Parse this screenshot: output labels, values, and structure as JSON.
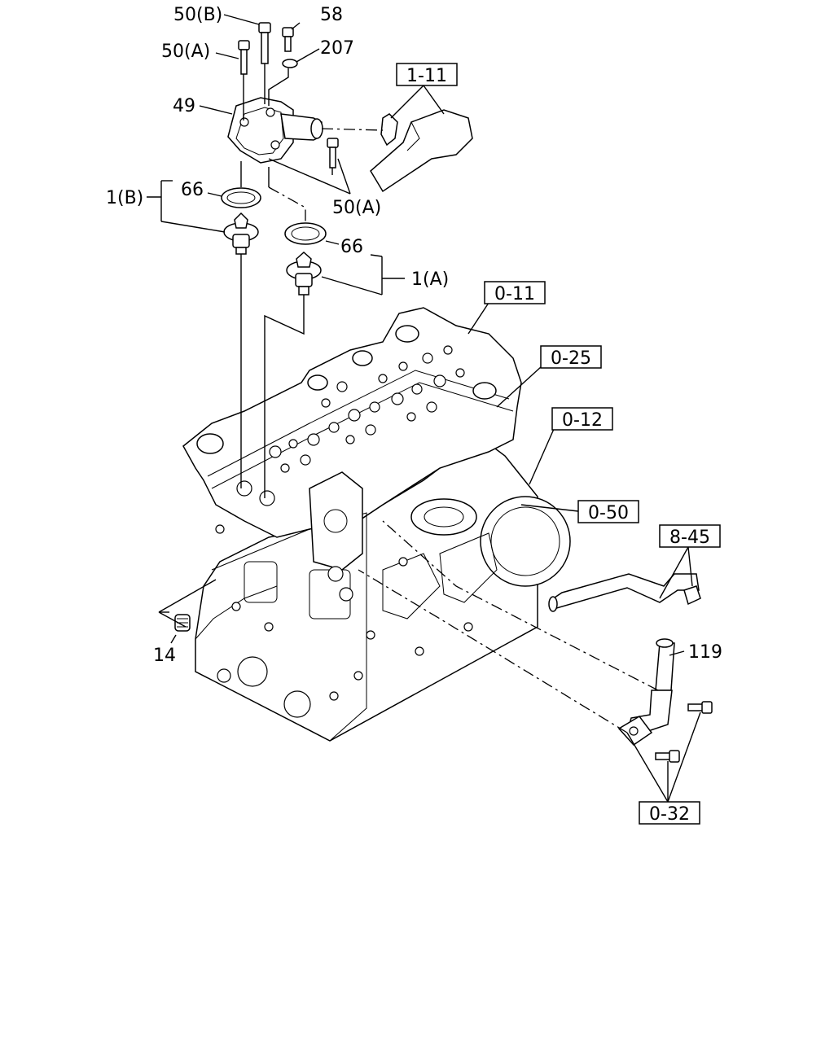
{
  "labels": {
    "bolt_50b": "50(B)",
    "bolt_58": "58",
    "bolt_50a_top": "50(A)",
    "washer_207": "207",
    "housing_49": "49",
    "bolt_50a_lower": "50(A)",
    "gasket_66_left": "66",
    "gasket_66_right": "66",
    "thermostat_1b": "1(B)",
    "thermostat_1a": "1(A)",
    "plug_14": "14",
    "pipe_119": "119"
  },
  "references": {
    "ref_1_11": "1-11",
    "ref_0_11": "0-11",
    "ref_0_25": "0-25",
    "ref_0_12": "0-12",
    "ref_0_50": "0-50",
    "ref_8_45": "8-45",
    "ref_0_32": "0-32"
  }
}
